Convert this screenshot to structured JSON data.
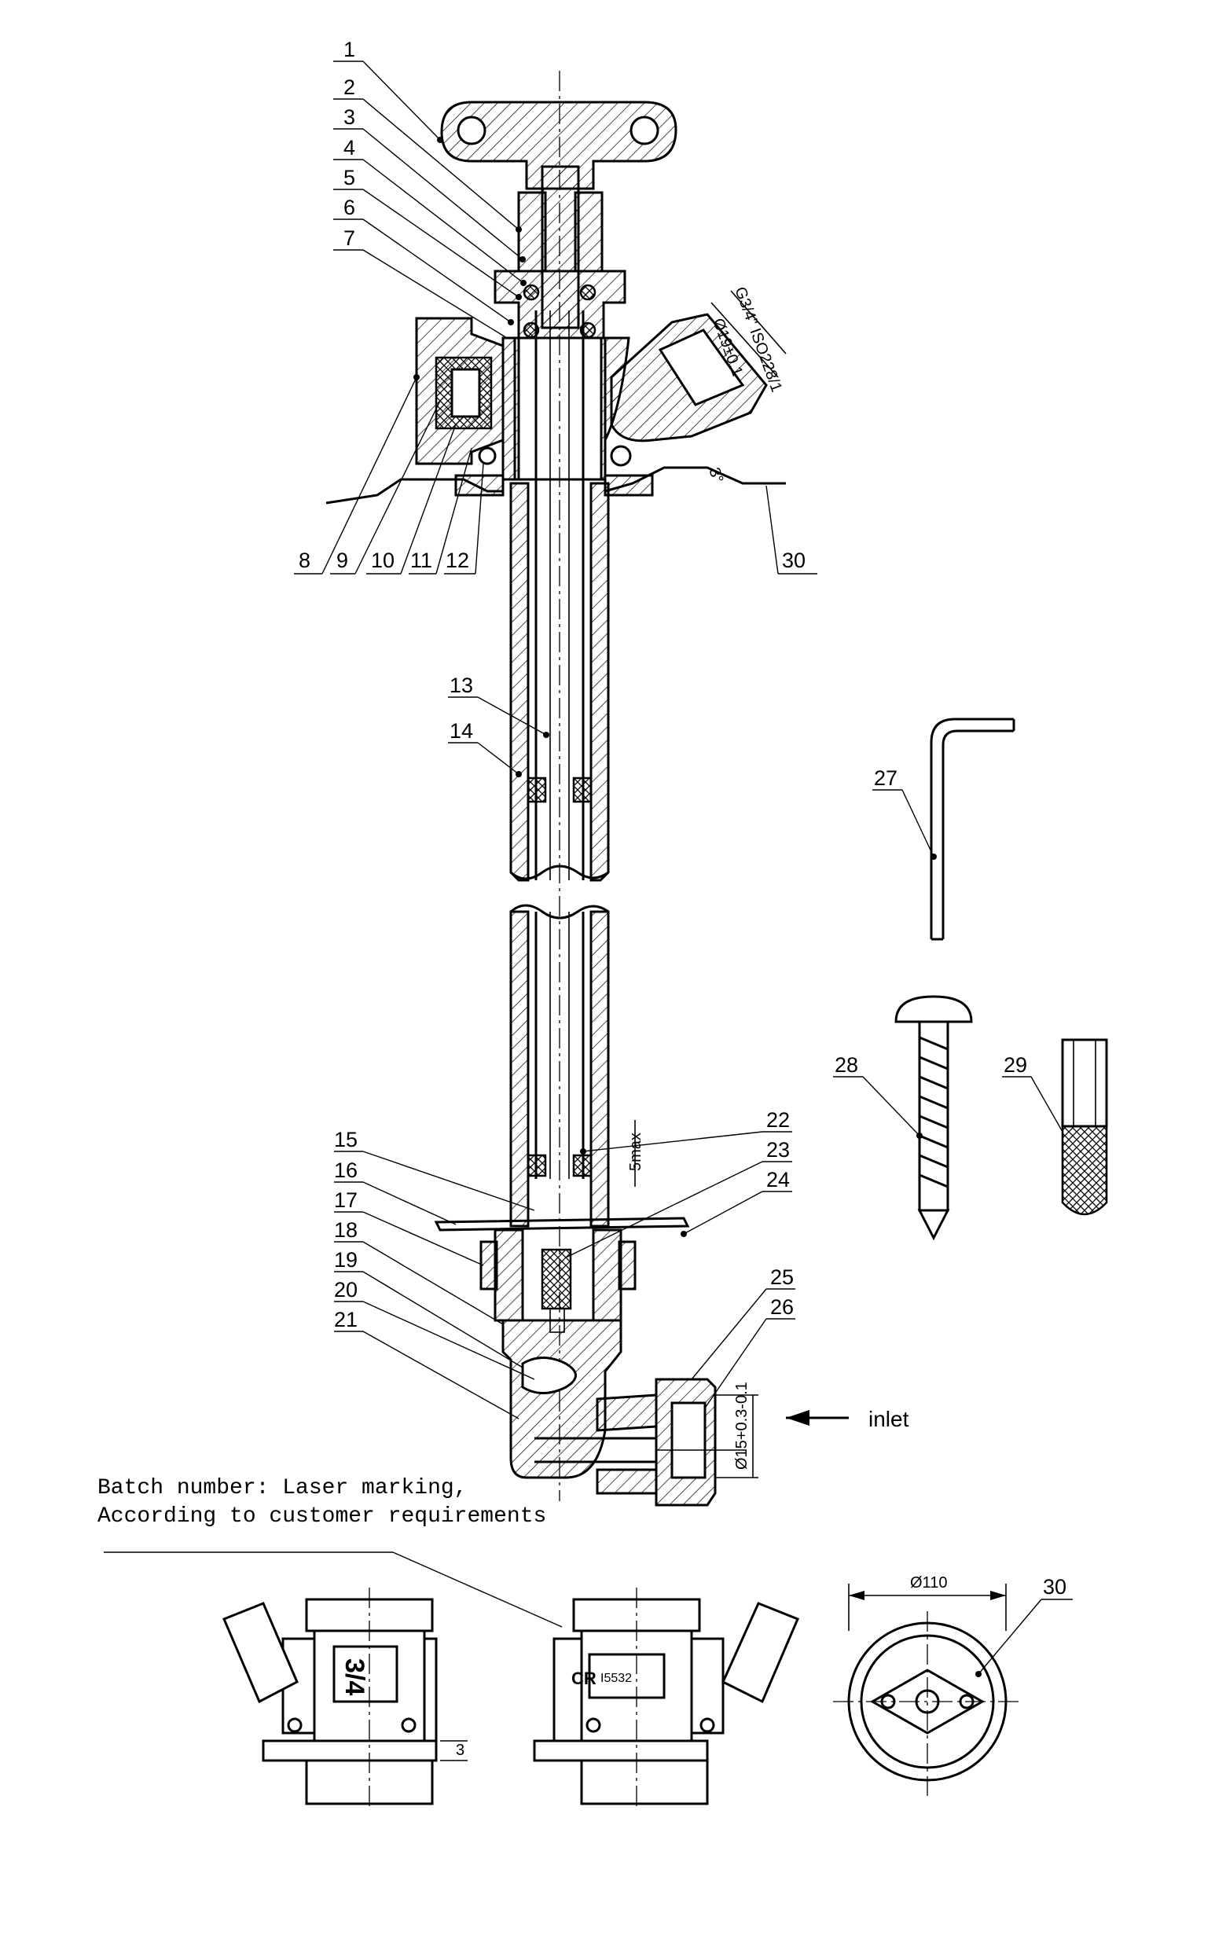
{
  "parts": {
    "p1": "1",
    "p2": "2",
    "p3": "3",
    "p4": "4",
    "p5": "5",
    "p6": "6",
    "p7": "7",
    "p8": "8",
    "p9": "9",
    "p10": "10",
    "p11": "11",
    "p12": "12",
    "p13": "13",
    "p14": "14",
    "p15": "15",
    "p16": "16",
    "p17": "17",
    "p18": "18",
    "p19": "19",
    "p20": "20",
    "p21": "21",
    "p22": "22",
    "p23": "23",
    "p24": "24",
    "p25": "25",
    "p26": "26",
    "p27": "27",
    "p28": "28",
    "p29": "29",
    "p30": "30",
    "p30b": "30"
  },
  "dimensions": {
    "thread": "G3/4\" ISO228/1",
    "outlet_dia": "Ø19±0.1",
    "angle": "3°",
    "gap": "5max",
    "inlet_dia": "Ø15+0.3-0.1",
    "flange_dia": "Ø110",
    "flange_thk": "3"
  },
  "labels": {
    "inlet": "inlet",
    "batch_line1": "Batch number: Laser marking,",
    "batch_line2": "According to customer requirements",
    "size_mark": "3/4",
    "brand_mark": "CR",
    "code_mark": "I5532"
  }
}
